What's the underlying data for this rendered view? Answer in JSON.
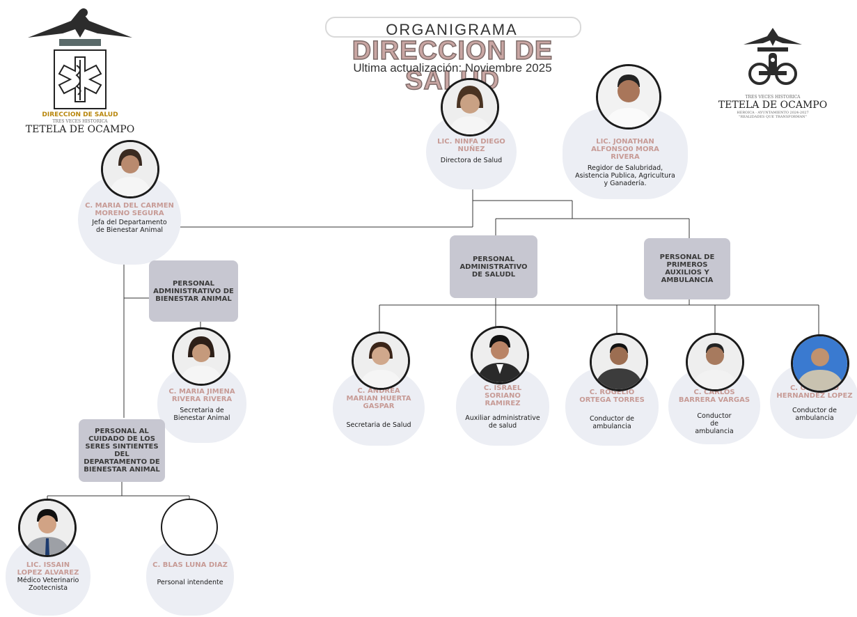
{
  "header": {
    "title": "ORGANIGRAMA",
    "main": "DIRECCION DE SALUD",
    "subtitle": "Ultima actualización: Noviembre 2025"
  },
  "logos": {
    "left": {
      "top": "DIRECCION DE SALUD",
      "small": "TRES VECES HISTORICA",
      "town": "TETELA DE OCAMPO"
    },
    "right": {
      "small": "TRES VECES HISTORICA",
      "town": "TETELA DE OCAMPO",
      "tiny": "HEROICA · AYUNTAMIENTO 2024-2027",
      "motto": "\"REALIDADES QUE TRANSFORMAN\""
    }
  },
  "groups": {
    "adm_bienestar": "PERSONAL ADMINISTRATIVO DE BIENESTAR ANIMAL",
    "cuidado": "PERSONAL AL CUIDADO DE LOS SERES SINTIENTES DEL DEPARTAMENTO DE BIENESTAR ANIMAL",
    "adm_salud": "PERSONAL ADMINISTRATIVO DE SALUDL",
    "primeros": "PERSONAL DE PRIMEROS AUXILIOS Y AMBULANCIA"
  },
  "people": {
    "directora": {
      "name": "LIC. NINFA DIEGO NUÑEZ",
      "role": "Directora de Salud"
    },
    "regidor": {
      "name": "LIC. JONATHAN ALFONSO0 MORA RIVERA",
      "role": "Regidor de Salubridad, Asistencia Publica, Agricultura y Ganadería."
    },
    "jefa": {
      "name": "C. MARIA DEL CARMEN MORENO SEGURA",
      "role": "Jefa del Departamento de Bienestar Animal"
    },
    "secretaria_ba": {
      "name": "C. MARIA JIMENA RIVERA RIVERA",
      "role": "Secretaria de Bienestar Animal"
    },
    "veterinario": {
      "name": "LIC. ISSAIN LOPEZ ALVAREZ",
      "role": "Médico Veterinario Zootecnista"
    },
    "intendente": {
      "name": "C. BLAS LUNA DIAZ",
      "role": "Personal intendente"
    },
    "secretaria_salud": {
      "name": "C. ANDREA MARIAN HUERTA GASPAR",
      "role": "Secretaria de Salud"
    },
    "auxiliar": {
      "name": "C. ISRAEL SORIANO RAMIREZ",
      "role": "Auxiliar administrative de salud"
    },
    "conductor1": {
      "name": "C. ROGELIO ORTEGA TORRES",
      "role": "Conductor de ambulancia"
    },
    "conductor2": {
      "name": "C. CARLOS BARRERA VARGAS",
      "role": "Conductor de ambulancia"
    },
    "conductor3": {
      "name": "C. ORLANDO HERNANDEZ LOPEZ",
      "role": "Conductor de ambulancia"
    }
  },
  "colors": {
    "name_text": "#c79b96",
    "card_bg": "#eceef4",
    "group_bg": "#c7c7d1",
    "title_fill": "#c9a6a3"
  }
}
